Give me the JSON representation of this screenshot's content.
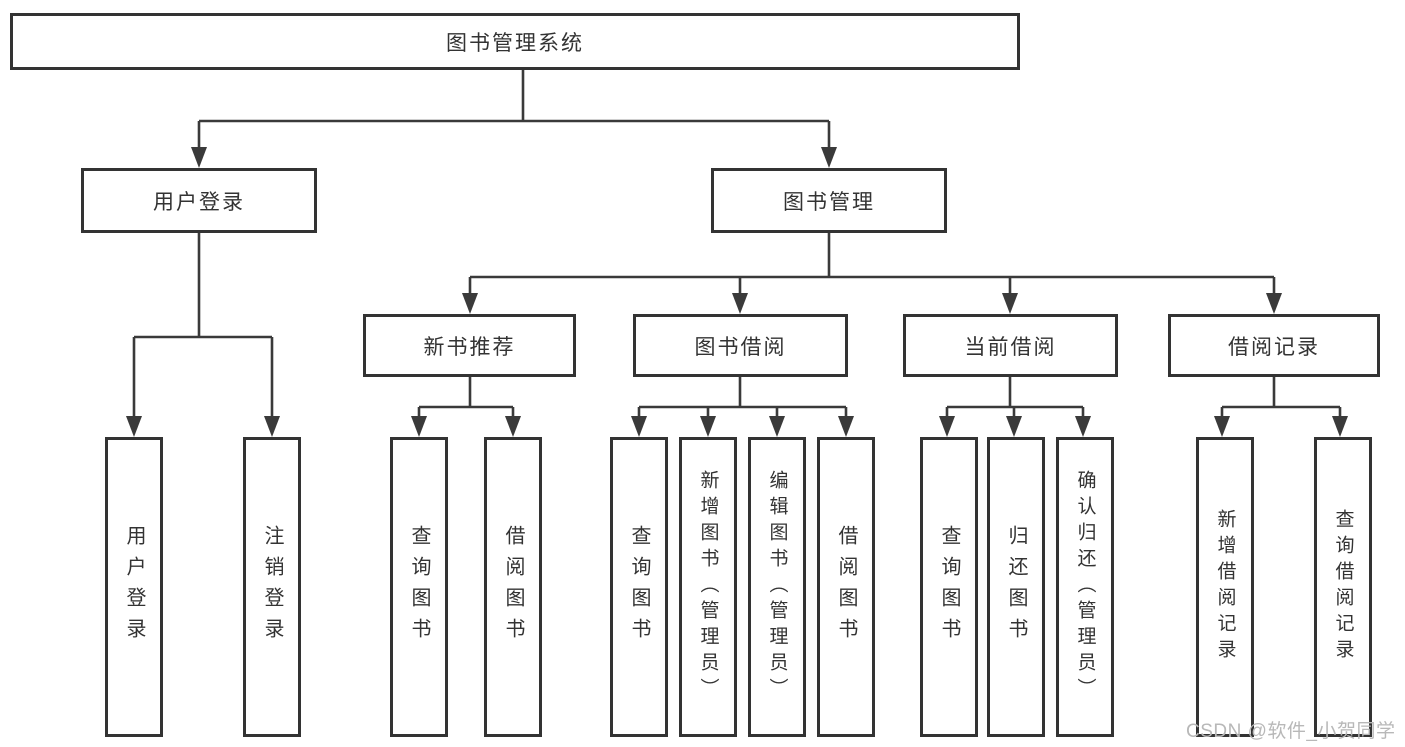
{
  "diagram": {
    "title": "图书管理系统",
    "root": {
      "label": "图书管理系统"
    },
    "branches": [
      {
        "label": "用户登录",
        "children": [
          {
            "label": "用户登录"
          },
          {
            "label": "注销登录"
          }
        ]
      },
      {
        "label": "图书管理",
        "children": [
          {
            "label": "新书推荐",
            "children": [
              {
                "label": "查询图书"
              },
              {
                "label": "借阅图书"
              }
            ]
          },
          {
            "label": "图书借阅",
            "children": [
              {
                "label": "查询图书"
              },
              {
                "label": "新增图书（管理员）"
              },
              {
                "label": "编辑图书（管理员）"
              },
              {
                "label": "借阅图书"
              }
            ]
          },
          {
            "label": "当前借阅",
            "children": [
              {
                "label": "查询图书"
              },
              {
                "label": "归还图书"
              },
              {
                "label": "确认归还（管理员）"
              }
            ]
          },
          {
            "label": "借阅记录",
            "children": [
              {
                "label": "新增借阅记录"
              },
              {
                "label": "查询借阅记录"
              }
            ]
          }
        ]
      }
    ]
  },
  "watermark": {
    "text": "CSDN @软件_小贺同学"
  },
  "colors": {
    "line": "#3a3a3a",
    "border": "#333333",
    "text": "#333333",
    "background": "#ffffff",
    "watermark": "#b8b8b8"
  }
}
